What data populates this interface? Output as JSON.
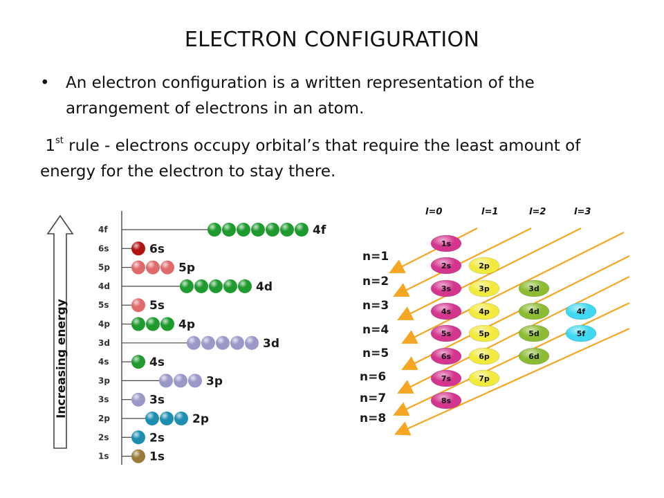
{
  "title": "ELECTRON CONFIGURATION",
  "bullet": {
    "text": "An electron configuration is a written representation of the arrangement of electrons in an atom."
  },
  "rule": {
    "number": "1",
    "suffix": "st",
    "text": " rule - electrons occupy orbital’s that require the least amount of energy for the electron to stay there."
  },
  "energy_diagram": {
    "axis_label": "Increasing energy",
    "levels": [
      {
        "label": "4f",
        "orbital": "4f",
        "count": 7,
        "color": "#1e9a2e"
      },
      {
        "label": "6s",
        "orbital": "6s",
        "count": 1,
        "color": "#b01414"
      },
      {
        "label": "5p",
        "orbital": "5p",
        "count": 3,
        "color": "#e06a6a"
      },
      {
        "label": "4d",
        "orbital": "4d",
        "count": 5,
        "color": "#1e9a2e"
      },
      {
        "label": "5s",
        "orbital": "5s",
        "count": 1,
        "color": "#e06a6a"
      },
      {
        "label": "4p",
        "orbital": "4p",
        "count": 3,
        "color": "#1e9a2e"
      },
      {
        "label": "3d",
        "orbital": "3d",
        "count": 5,
        "color": "#9a98c8"
      },
      {
        "label": "4s",
        "orbital": "4s",
        "count": 1,
        "color": "#1e9a2e"
      },
      {
        "label": "3p",
        "orbital": "3p",
        "count": 3,
        "color": "#9a98c8"
      },
      {
        "label": "3s",
        "orbital": "3s",
        "count": 1,
        "color": "#9a98c8"
      },
      {
        "label": "2p",
        "orbital": "2p",
        "count": 3,
        "color": "#1d8db0"
      },
      {
        "label": "2s",
        "orbital": "2s",
        "count": 1,
        "color": "#1d8db0"
      },
      {
        "label": "1s",
        "orbital": "1s",
        "count": 1,
        "color": "#9a7a3a"
      }
    ]
  },
  "aufbau_diagram": {
    "l_headers": [
      "l=0",
      "l=1",
      "l=2",
      "l=3"
    ],
    "n_labels": [
      "n=1",
      "n=2",
      "n=3",
      "n=4",
      "n=5",
      "n=6",
      "n=7",
      "n=8"
    ],
    "rows": [
      [
        "1s"
      ],
      [
        "2s",
        "2p"
      ],
      [
        "3s",
        "3p",
        "3d"
      ],
      [
        "4s",
        "4p",
        "4d",
        "4f"
      ],
      [
        "5s",
        "5p",
        "5d",
        "5f"
      ],
      [
        "6s",
        "6p",
        "6d"
      ],
      [
        "7s",
        "7p"
      ],
      [
        "8s"
      ]
    ],
    "colors": {
      "s": "#d4368f",
      "p": "#f2ea3c",
      "d": "#8cbc34",
      "f": "#3fd8f0",
      "arrow": "#f5a623"
    }
  }
}
